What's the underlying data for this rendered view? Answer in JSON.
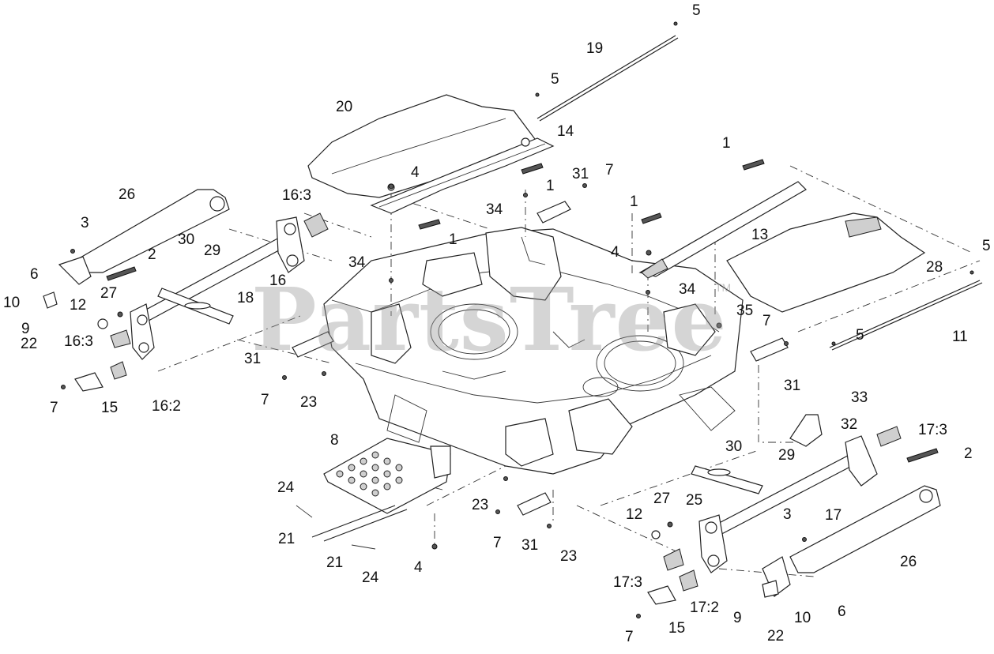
{
  "watermark": "PartsTree",
  "watermark_tm": "TM",
  "callouts": [
    {
      "id": "c-5a",
      "text": "5"
    },
    {
      "id": "c-19",
      "text": "19"
    },
    {
      "id": "c-5b",
      "text": "5"
    },
    {
      "id": "c-20",
      "text": "20"
    },
    {
      "id": "c-14",
      "text": "14"
    },
    {
      "id": "c-4a",
      "text": "4"
    },
    {
      "id": "c-1a",
      "text": "1"
    },
    {
      "id": "c-31a",
      "text": "31"
    },
    {
      "id": "c-7a",
      "text": "7"
    },
    {
      "id": "c-1b",
      "text": "1"
    },
    {
      "id": "c-34a",
      "text": "34"
    },
    {
      "id": "c-1c",
      "text": "1"
    },
    {
      "id": "c-1d",
      "text": "1"
    },
    {
      "id": "c-26a",
      "text": "26"
    },
    {
      "id": "c-16-3a",
      "text": "16:3"
    },
    {
      "id": "c-13",
      "text": "13"
    },
    {
      "id": "c-3a",
      "text": "3"
    },
    {
      "id": "c-30a",
      "text": "30"
    },
    {
      "id": "c-29a",
      "text": "29"
    },
    {
      "id": "c-2a",
      "text": "2"
    },
    {
      "id": "c-6a",
      "text": "6"
    },
    {
      "id": "c-34b",
      "text": "34"
    },
    {
      "id": "c-16",
      "text": "16"
    },
    {
      "id": "c-4b",
      "text": "4"
    },
    {
      "id": "c-28",
      "text": "28"
    },
    {
      "id": "c-5c",
      "text": "5"
    },
    {
      "id": "c-10a",
      "text": "10"
    },
    {
      "id": "c-27a",
      "text": "27"
    },
    {
      "id": "c-12a",
      "text": "12"
    },
    {
      "id": "c-18",
      "text": "18"
    },
    {
      "id": "c-34c",
      "text": "34"
    },
    {
      "id": "c-35",
      "text": "35"
    },
    {
      "id": "c-9a",
      "text": "9"
    },
    {
      "id": "c-16-3b",
      "text": "16:3"
    },
    {
      "id": "c-7b",
      "text": "7"
    },
    {
      "id": "c-5d",
      "text": "5"
    },
    {
      "id": "c-11",
      "text": "11"
    },
    {
      "id": "c-22a",
      "text": "22"
    },
    {
      "id": "c-31b",
      "text": "31"
    },
    {
      "id": "c-7c",
      "text": "7"
    },
    {
      "id": "c-23a",
      "text": "23"
    },
    {
      "id": "c-31c",
      "text": "31"
    },
    {
      "id": "c-7d",
      "text": "7"
    },
    {
      "id": "c-15a",
      "text": "15"
    },
    {
      "id": "c-16-2",
      "text": "16:2"
    },
    {
      "id": "c-33",
      "text": "33"
    },
    {
      "id": "c-32",
      "text": "32"
    },
    {
      "id": "c-17-3a",
      "text": "17:3"
    },
    {
      "id": "c-8",
      "text": "8"
    },
    {
      "id": "c-30b",
      "text": "30"
    },
    {
      "id": "c-29b",
      "text": "29"
    },
    {
      "id": "c-2b",
      "text": "2"
    },
    {
      "id": "c-24a",
      "text": "24"
    },
    {
      "id": "c-23b",
      "text": "23"
    },
    {
      "id": "c-25",
      "text": "25"
    },
    {
      "id": "c-27b",
      "text": "27"
    },
    {
      "id": "c-12b",
      "text": "12"
    },
    {
      "id": "c-3b",
      "text": "3"
    },
    {
      "id": "c-17",
      "text": "17"
    },
    {
      "id": "c-7e",
      "text": "7"
    },
    {
      "id": "c-31d",
      "text": "31"
    },
    {
      "id": "c-21a",
      "text": "21"
    },
    {
      "id": "c-21b",
      "text": "21"
    },
    {
      "id": "c-23c",
      "text": "23"
    },
    {
      "id": "c-4c",
      "text": "4"
    },
    {
      "id": "c-26b",
      "text": "26"
    },
    {
      "id": "c-24b",
      "text": "24"
    },
    {
      "id": "c-17-3b",
      "text": "17:3"
    },
    {
      "id": "c-17-2",
      "text": "17:2"
    },
    {
      "id": "c-9b",
      "text": "9"
    },
    {
      "id": "c-10b",
      "text": "10"
    },
    {
      "id": "c-6b",
      "text": "6"
    },
    {
      "id": "c-7f",
      "text": "7"
    },
    {
      "id": "c-15b",
      "text": "15"
    },
    {
      "id": "c-22b",
      "text": "22"
    }
  ]
}
